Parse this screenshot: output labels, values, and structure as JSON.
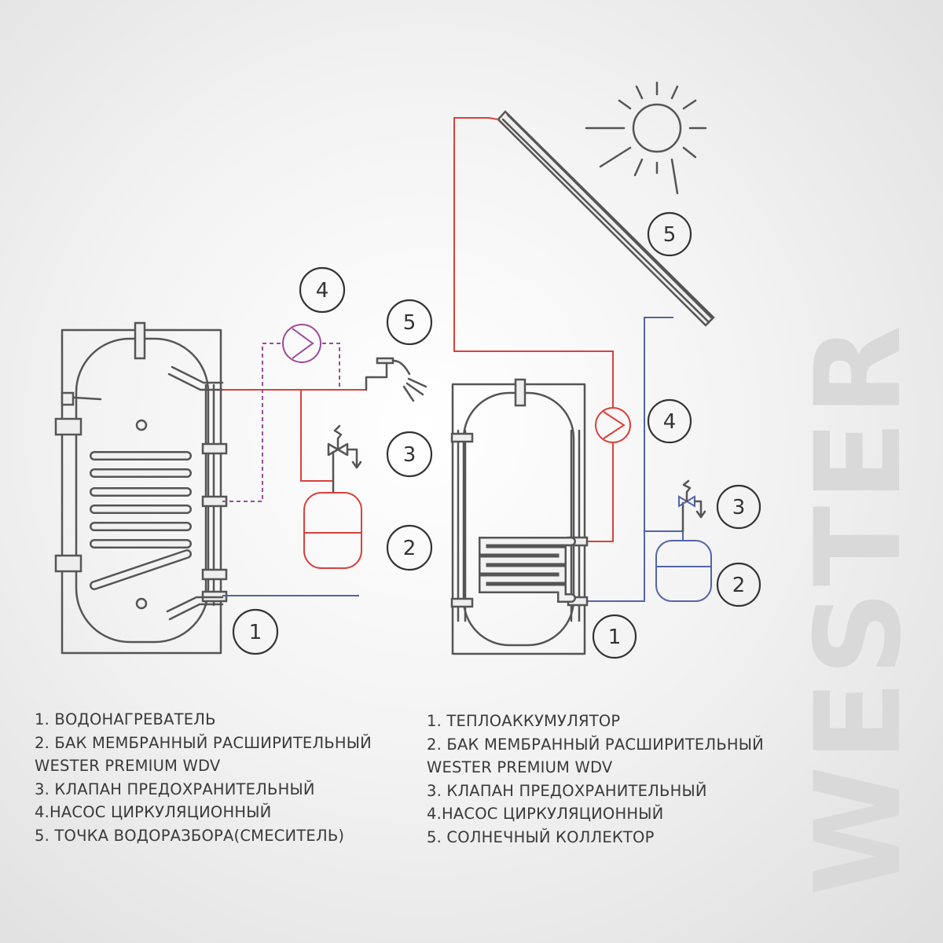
{
  "brand": {
    "watermark": "WESTER"
  },
  "colors": {
    "hot": "#d9413b",
    "cold": "#5464a8",
    "pump": "#9b4b9a",
    "outline": "#555555"
  },
  "labels": {
    "left": {
      "n1": "1",
      "n2": "2",
      "n3": "3",
      "n4": "4",
      "n5": "5"
    },
    "right": {
      "n1": "1",
      "n2": "2",
      "n3": "3",
      "n4": "4",
      "n5": "5"
    }
  },
  "legend": {
    "left": [
      "1. ВОДОНАГРЕВАТЕЛЬ",
      "2. БАК МЕМБРАННЫЙ РАСШИРИТЕЛЬНЫЙ",
      "WESTER PREMIUM WDV",
      "3. КЛАПАН ПРЕДОХРАНИТЕЛЬНЫЙ",
      "4.НАСОС ЦИРКУЛЯЦИОННЫЙ",
      "5. ТОЧКА ВОДОРАЗБОРА(СМЕСИТЕЛЬ)"
    ],
    "right": [
      "1. ТЕПЛОАККУМУЛЯТОР",
      "2. БАК МЕМБРАННЫЙ РАСШИРИТЕЛЬНЫЙ",
      "WESTER PREMIUM WDV",
      "3. КЛАПАН ПРЕДОХРАНИТЕЛЬНЫЙ",
      "4.НАСОС ЦИРКУЛЯЦИОННЫЙ",
      "5. СОЛНЕЧНЫЙ КОЛЛЕКТОР"
    ]
  }
}
